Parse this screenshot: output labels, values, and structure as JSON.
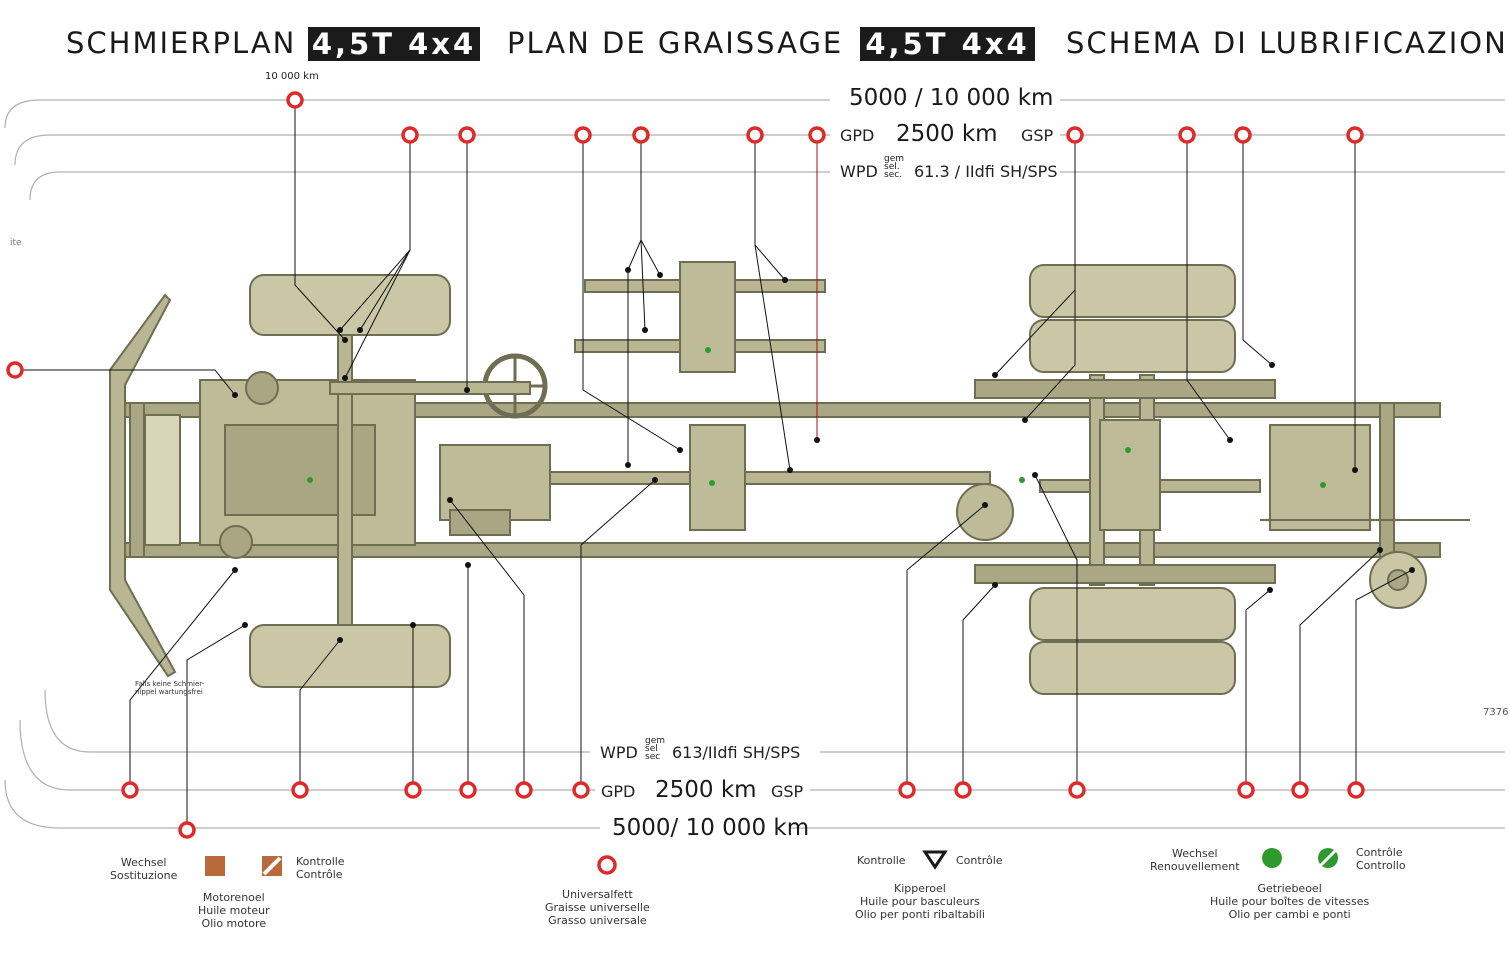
{
  "header": {
    "title_de": "SCHMIERPLAN",
    "badge_1": "4,5T 4x4",
    "title_fr": "PLAN DE GRAISSAGE",
    "badge_2": "4,5T 4x4",
    "title_it": "SCHEMA DI LUBRIFICAZIONE"
  },
  "top": {
    "km_10000_label": "10 000 km",
    "interval_5000_10000": "5000 / 10 000 km",
    "gpd": "GPD",
    "gpd_km": "2500 km",
    "gsp": "GSP",
    "wpd": "WPD",
    "gem": "gem",
    "sel": "sel.",
    "sec": "sec.",
    "wpd_value": "61.3 / IIdfi SH/SPS"
  },
  "bottom": {
    "wpd": "WPD",
    "gem": "gem",
    "sel": "sel",
    "sec": "sec",
    "wpd_value": "613/IIdfi SH/SPS",
    "gpd": "GPD",
    "gpd_km": "2500 km",
    "gsp": "GSP",
    "interval_5000_10000": "5000/ 10 000 km"
  },
  "notes": {
    "left_note_1": "Falls keine Schmier-",
    "left_note_2": "nippel wartungsfrei",
    "drawing_number": "7376",
    "left_edge_mark": "ite"
  },
  "legend": {
    "engine_oil": {
      "change_label_1": "Wechsel",
      "change_label_2": "Sostituzione",
      "check_label_1": "Kontrolle",
      "check_label_2": "Contrôle",
      "caption_1": "Motorenoel",
      "caption_2": "Huile moteur",
      "caption_3": "Olio motore"
    },
    "grease": {
      "caption_1": "Universalfett",
      "caption_2": "Graisse universelle",
      "caption_3": "Grasso universale"
    },
    "tipper_oil": {
      "check_label_left": "Kontrolle",
      "check_label_right": "Contrôle",
      "caption_1": "Kipperoel",
      "caption_2": "Huile pour basculeurs",
      "caption_3": "Olio per ponti ribaltabili"
    },
    "gear_oil": {
      "change_label_1": "Wechsel",
      "change_label_2": "Renouvellement",
      "check_label_1": "Contrôle",
      "check_label_2": "Controllo",
      "caption_1": "Getriebeoel",
      "caption_2": "Huile pour boîtes de vitesses",
      "caption_3": "Olio per cambi e ponti"
    }
  },
  "colors": {
    "grease_ring": "#e02a2a",
    "engine_oil": "#b86a3a",
    "gear_oil": "#2e9a2e",
    "chassis": "#9c9a78",
    "chassis_dark": "#6f6d52",
    "tyre": "#c9c7a6"
  }
}
